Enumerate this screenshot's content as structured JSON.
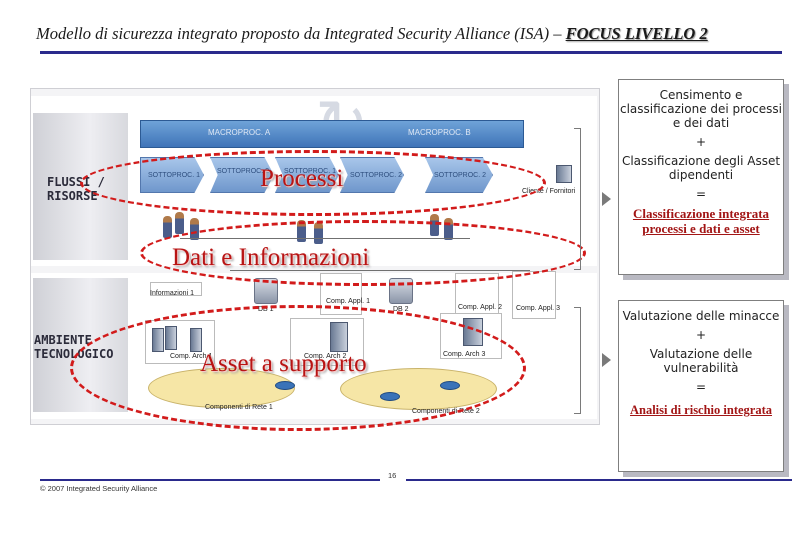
{
  "header": {
    "title": "Modello di sicurezza integrato proposto da Integrated Security Alliance (ISA) – ",
    "focus": "FOCUS LIVELLO 2"
  },
  "diagram": {
    "side_labels": {
      "flows": "FLUSSI /\nRISORSE",
      "tech": "AMBIENTE\nTECNOLOGICO"
    },
    "macro_labels": [
      "MACROPROC. A",
      "MACROPROC. B"
    ],
    "subprocesses": [
      "SOTTOPROC. 1",
      "SOTTOPROC. 2",
      "SOTTOPROC. 1",
      "SOTTOPROC. 2",
      "SOTTOPROC. 2"
    ],
    "client_label": "Cliente / Fornitori",
    "asset_labels": [
      "Informazioni 1",
      "DB 1",
      "Comp. Appl. 1",
      "DB 2",
      "Comp. Appl. 2",
      "Comp. Appl. 3"
    ],
    "infra_labels": [
      "Comp. Arch 1",
      "Comp. Arch 2",
      "Comp. Arch 3",
      "Componenti di Rete 1",
      "Componenti di Rete 2"
    ],
    "overlay_labels": {
      "processi": "Processi",
      "dati": "Dati e Informazioni",
      "asset": "Asset a supporto"
    }
  },
  "notes": {
    "box1": {
      "line1": "Censimento e classificazione dei processi e dei dati",
      "plus": "+",
      "line2": "Classificazione degli Asset dipendenti",
      "eq": "=",
      "result": "Classificazione integrata processi e dati e asset"
    },
    "box2": {
      "line1": "Valutazione delle minacce",
      "plus": "+",
      "line2": "Valutazione delle vulnerabilità",
      "eq": "=",
      "result": "Analisi di rischio integrata"
    }
  },
  "footer": {
    "copyright": "© 2007 Integrated Security Alliance",
    "page": "16"
  },
  "colors": {
    "accent_blue": "#2a2a8c",
    "dash_red": "#d21b1b",
    "label_red": "#b81414"
  }
}
